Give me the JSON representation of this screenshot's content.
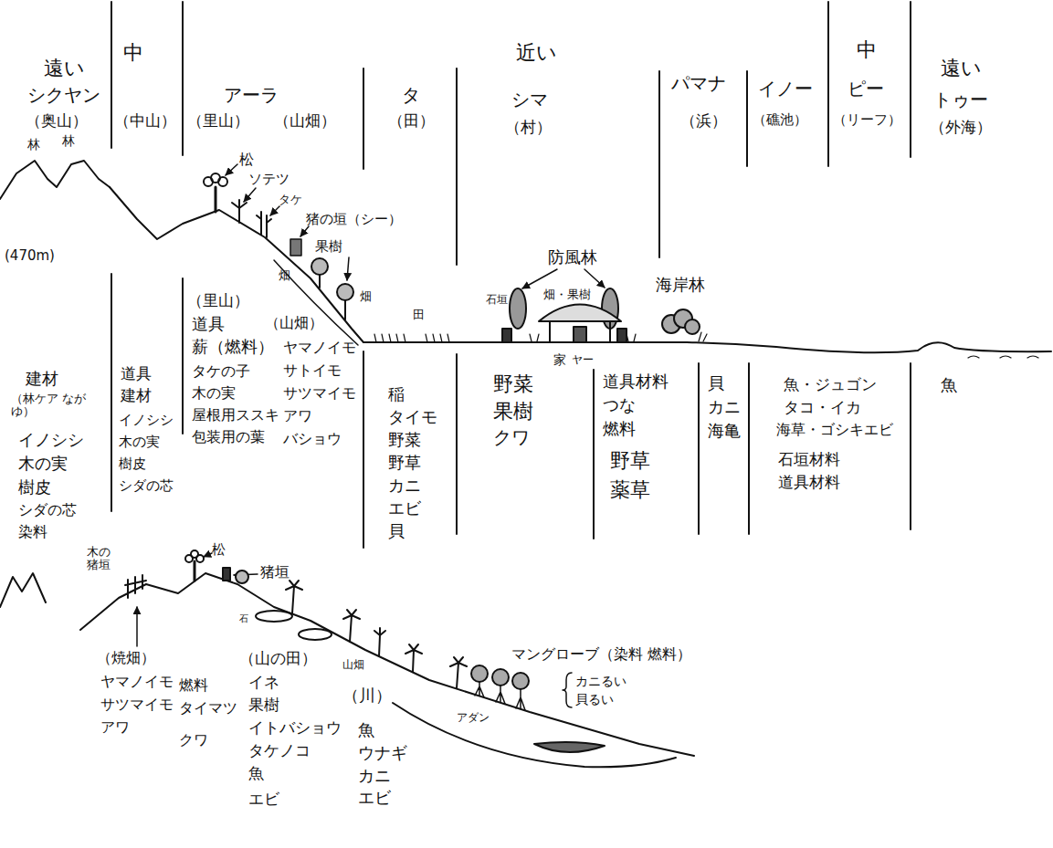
{
  "diagram": {
    "labels": [
      "遠い",
      "中",
      "近い",
      "中",
      "遠い",
      "シクヤン",
      "（奥山）",
      "（中山）",
      "アーラ",
      "（里山）",
      "（山畑）",
      "タ",
      "（田）",
      "シマ",
      "（村）",
      "パマナ",
      "（浜）",
      "イノー",
      "（礁池）",
      "ピー",
      "（リーフ）",
      "トゥー",
      "（外海）",
      "(470m)",
      "松",
      "ソテツ",
      "タケ",
      "猪の垣（シー）",
      "果樹",
      "畑",
      "畑",
      "田",
      "防風林",
      "石垣",
      "畑・果樹",
      "家",
      "ヤー",
      "海岸林",
      "建材",
      "（林ケア ながゆ）",
      "イノシシ",
      "木の実",
      "樹皮",
      "シダの芯",
      "染料",
      "道具",
      "建材",
      "イノシシ",
      "木の実",
      "樹皮",
      "シダの芯",
      "（里山）",
      "道具",
      "薪（燃料）",
      "タケの子",
      "木の実",
      "屋根用ススキ",
      "包装用の葉",
      "（山畑）",
      "ヤマノイモ",
      "サトイモ",
      "サツマイモ",
      "アワ",
      "バショウ",
      "稲",
      "タイモ",
      "野菜",
      "野草",
      "カニ",
      "エビ",
      "貝",
      "野菜",
      "果樹",
      "クワ",
      "道具材料",
      "つな",
      "燃料",
      "野草",
      "薬草",
      "貝",
      "カニ",
      "海亀",
      "魚・ジュゴン",
      "タコ・イカ",
      "海草・ゴシキエビ",
      "石垣材料",
      "道具材料",
      "魚",
      "木の猪垣",
      "松",
      "猪垣",
      "（焼畑）",
      "ヤマノイモ",
      "サツマイモ",
      "アワ",
      "燃料",
      "タイマツ",
      "クワ",
      "（山の田）",
      "イネ",
      "果樹",
      "イトバショウ",
      "タケノコ",
      "魚",
      "エビ",
      "石",
      "山畑",
      "（川）",
      "魚",
      "ウナギ",
      "カニ",
      "エビ",
      "マングローブ（染料 燃料）",
      "カニるい",
      "貝るい",
      "アダン",
      "林",
      "林"
    ]
  }
}
